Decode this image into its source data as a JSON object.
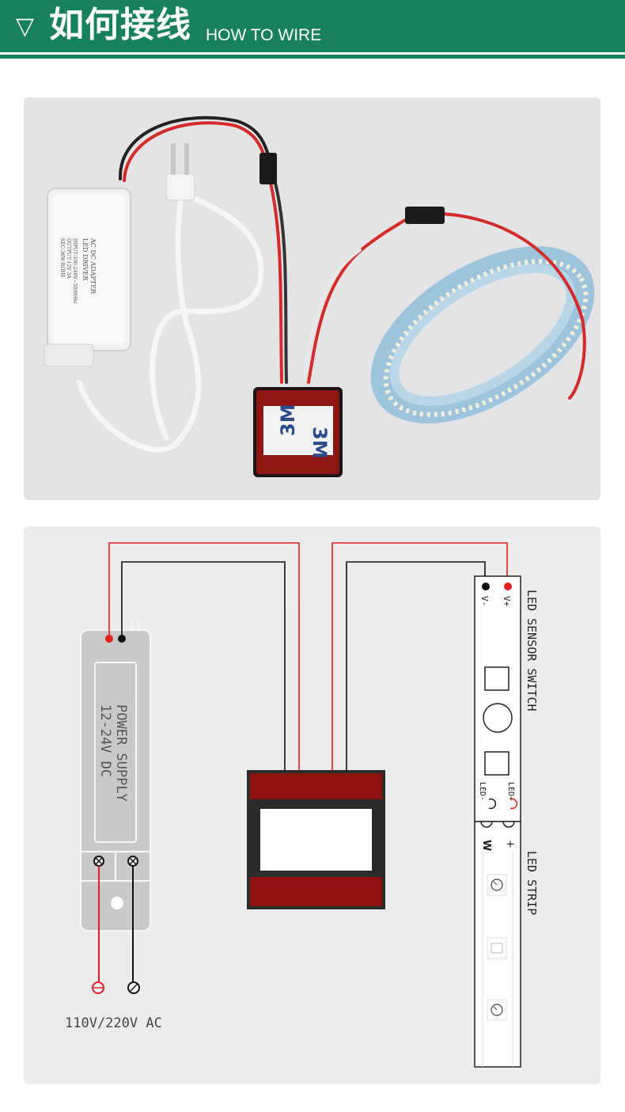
{
  "header": {
    "marker": "▽",
    "title_cn": "如何接线",
    "title_en": "HOW TO WIRE"
  },
  "photo": {
    "adapter_label": {
      "line1": "AC DC ADAPTER",
      "line2": "LED DRIVER",
      "line3": "INPUT:100-240V~50/60Hz",
      "line4": "OUTPUT:12V   3A",
      "line5": "SEC:36W   ROHS"
    },
    "tape_text": "3M"
  },
  "diagram": {
    "power_supply": {
      "line1": "POWER SUPPLY",
      "line2": "12-24V DC"
    },
    "ac_label": "110V/220V AC",
    "sensor": {
      "title": "LED SENSOR SWITCH",
      "v_minus": "V-",
      "v_plus": "V+",
      "led_minus": "LED-",
      "led_plus": "LED+"
    },
    "strip": {
      "title": "LED STRIP",
      "minus_mark": "W",
      "plus_mark": "+"
    },
    "colors": {
      "positive": "#e1201f",
      "negative": "#111111",
      "switch_red": "#8e1210",
      "switch_frame": "#2b2b2b"
    }
  }
}
